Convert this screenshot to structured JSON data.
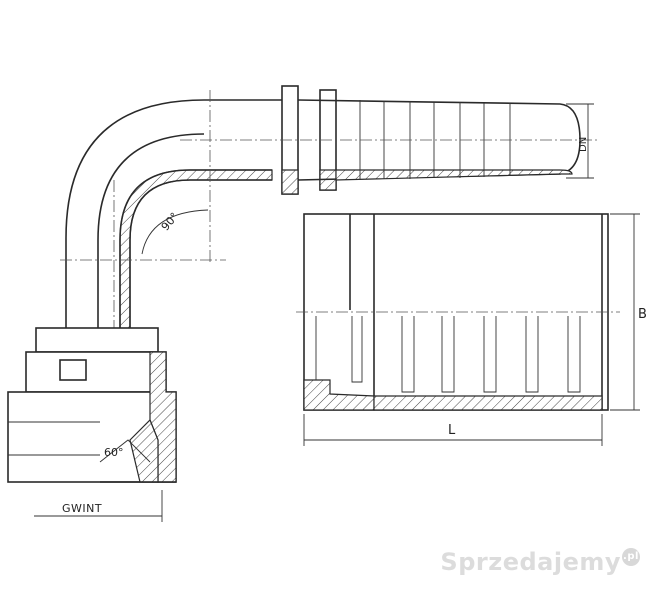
{
  "labels": {
    "dn": "DN",
    "b": "B",
    "l": "L",
    "gwint": "GWINT",
    "angle_bend": "90°",
    "angle_cone": "60°"
  },
  "watermark": {
    "text": "Sprzedajemy",
    "suffix": ".pl"
  }
}
